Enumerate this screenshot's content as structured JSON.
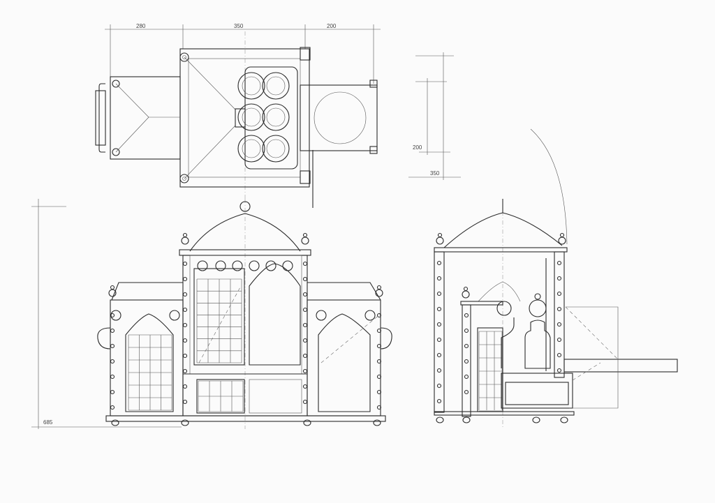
{
  "drawing": {
    "dimensions": {
      "top_left": "280",
      "top_middle": "350",
      "top_right": "200",
      "side_inner": "200",
      "side_outer": "350",
      "height": "685"
    }
  }
}
